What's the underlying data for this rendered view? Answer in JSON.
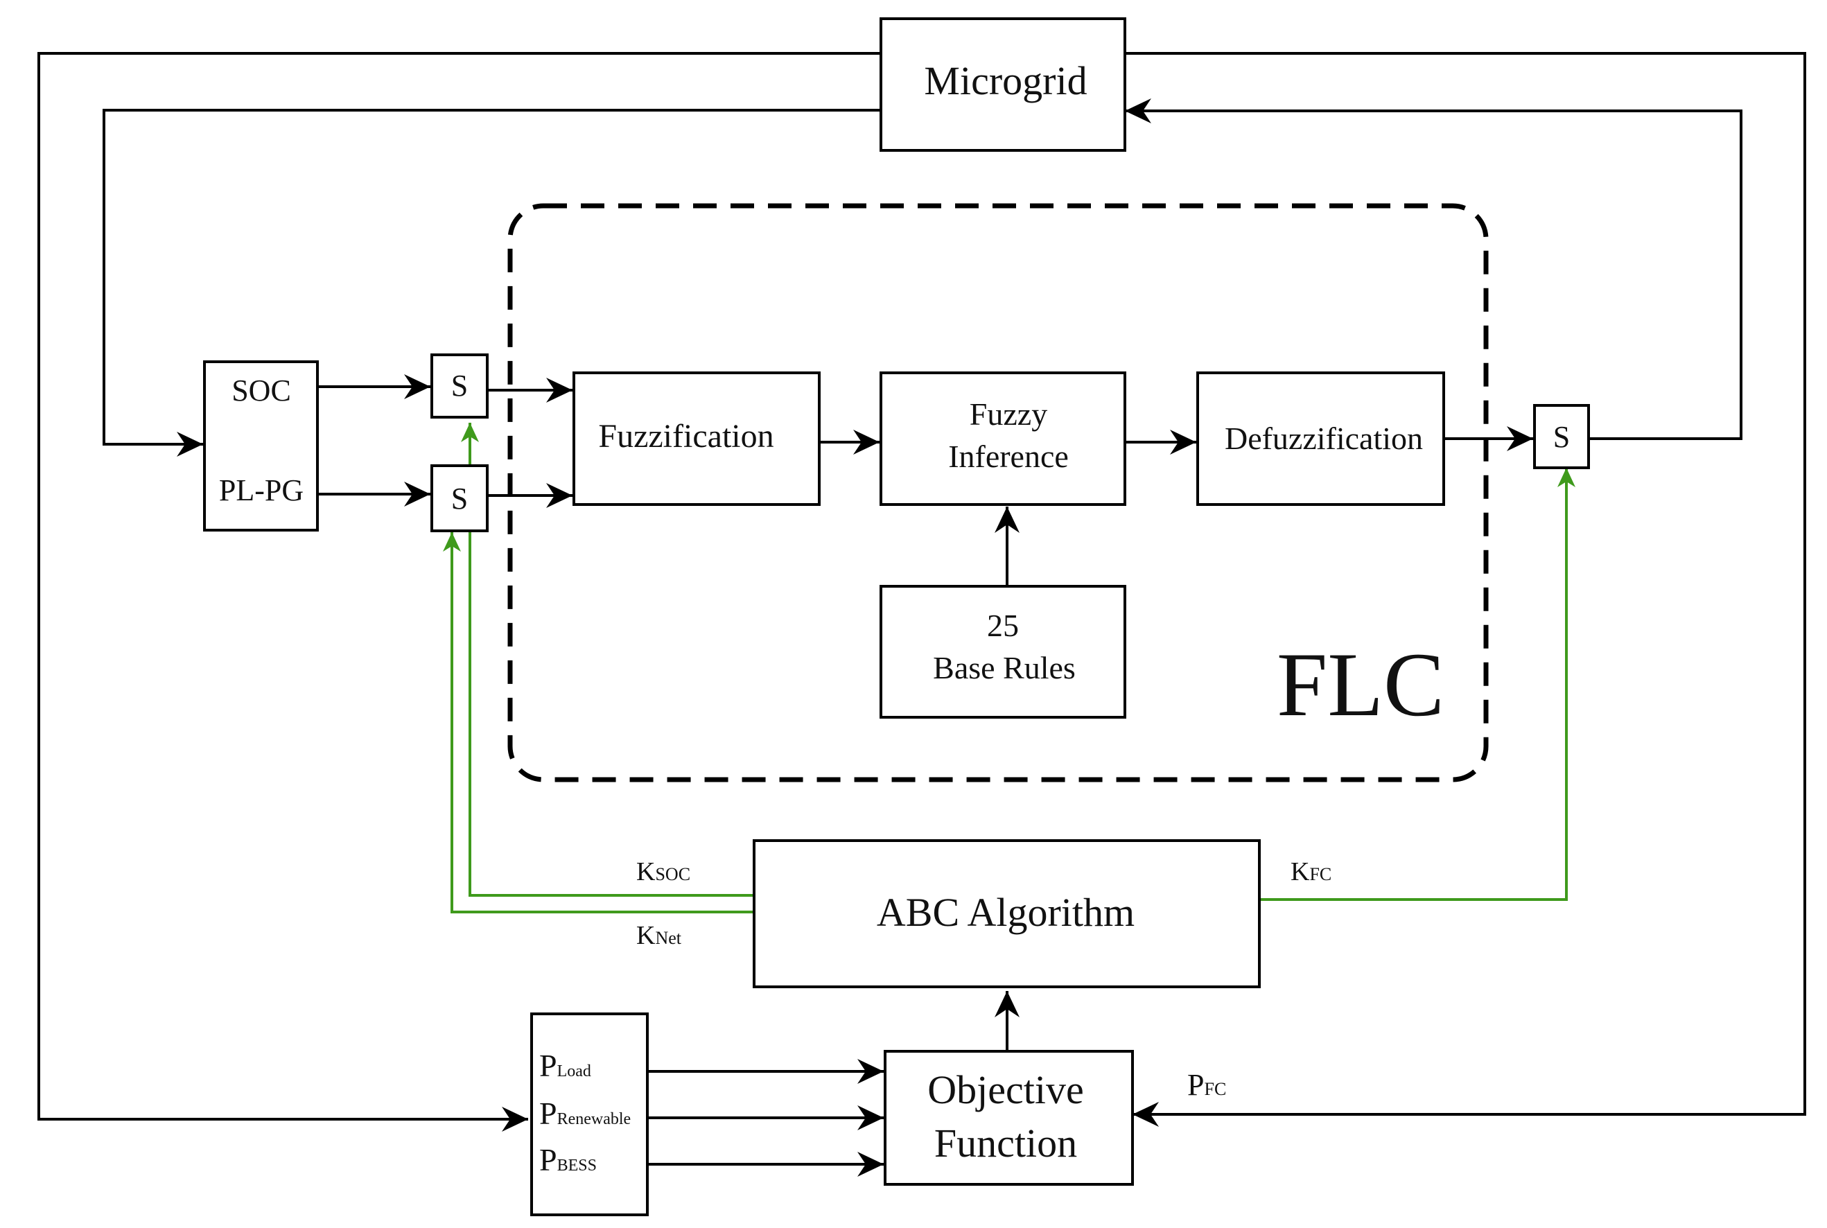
{
  "nodes": {
    "microgrid": "Microgrid",
    "soc": "SOC",
    "plpg": "PL-PG",
    "s_soc": "S",
    "s_net": "S",
    "s_out": "S",
    "fuzzification": "Fuzzification",
    "fuzzy_inference_1": "Fuzzy",
    "fuzzy_inference_2": "Inference",
    "defuzzification": "Defuzzification",
    "base_rules_1": "25",
    "base_rules_2": "Base Rules",
    "flc": "FLC",
    "abc": "ABC Algorithm",
    "objective_1": "Objective",
    "objective_2": "Function"
  },
  "inputs": {
    "p_load": {
      "base": "P",
      "sub": "Load"
    },
    "p_renewable": {
      "base": "P",
      "sub": "Renewable"
    },
    "p_bess": {
      "base": "P",
      "sub": "BESS"
    }
  },
  "edge_labels": {
    "k_soc": {
      "base": "K",
      "sub": "SOC"
    },
    "k_net": {
      "base": "K",
      "sub": "Net"
    },
    "k_fc": {
      "base": "K",
      "sub": "FC"
    },
    "p_fc": {
      "base": "P",
      "sub": "FC"
    }
  },
  "colors": {
    "tuning_lines": "#3f9a1c",
    "lines": "#000000"
  }
}
